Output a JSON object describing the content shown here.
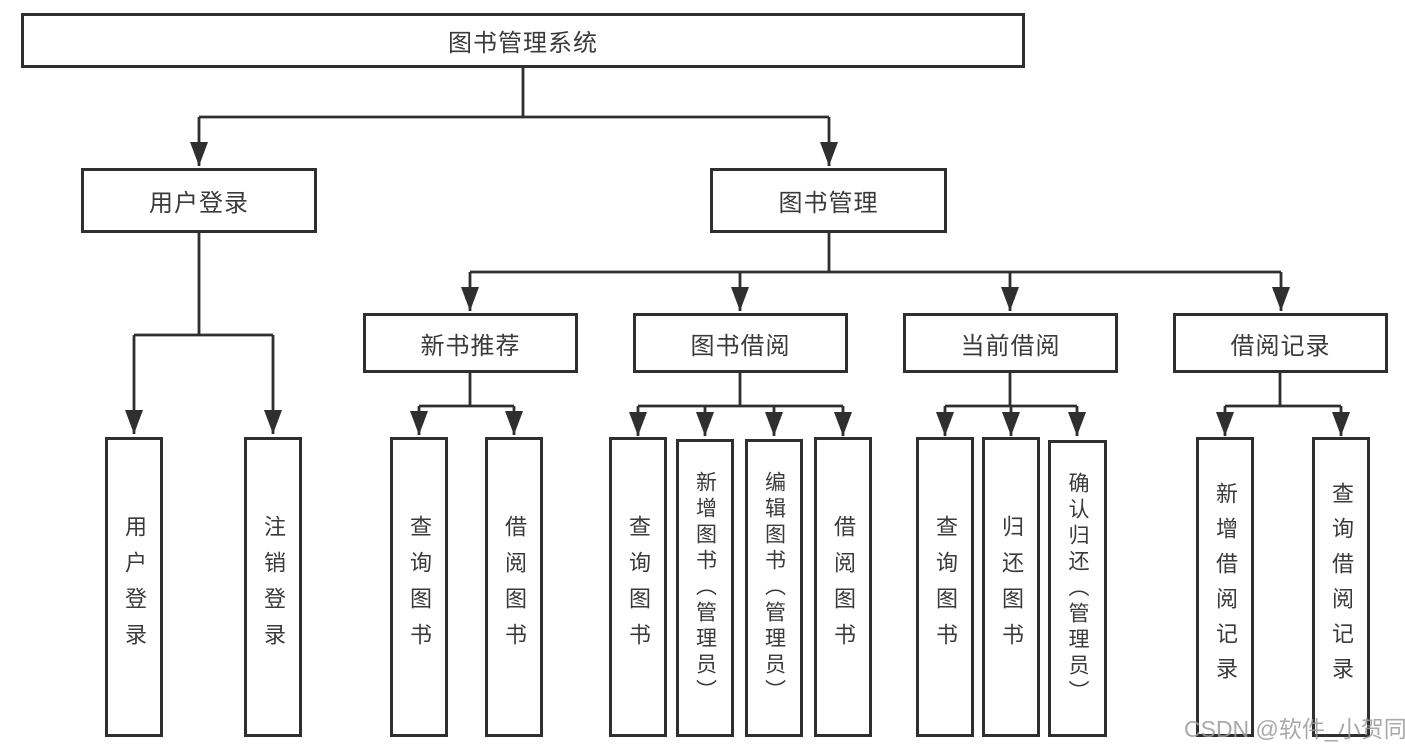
{
  "tree": {
    "root": "图书管理系统",
    "branches": [
      {
        "label": "用户登录",
        "leaves": [
          "用户登录",
          "注销登录"
        ]
      },
      {
        "label": "图书管理",
        "groups": [
          {
            "label": "新书推荐",
            "leaves": [
              "查询图书",
              "借阅图书"
            ]
          },
          {
            "label": "图书借阅",
            "leaves": [
              "查询图书",
              "新增图书（管理员）",
              "编辑图书（管理员）",
              "借阅图书"
            ]
          },
          {
            "label": "当前借阅",
            "leaves": [
              "查询图书",
              "归还图书",
              "确认归还（管理员）"
            ]
          },
          {
            "label": "借阅记录",
            "leaves": [
              "新增借阅记录",
              "查询借阅记录"
            ]
          }
        ]
      }
    ]
  },
  "watermark": "CSDN @软件_小贺同学",
  "colors": {
    "line": "#2f2f2f",
    "text": "#3a3a3a",
    "watermark": "#9b9b9b"
  }
}
